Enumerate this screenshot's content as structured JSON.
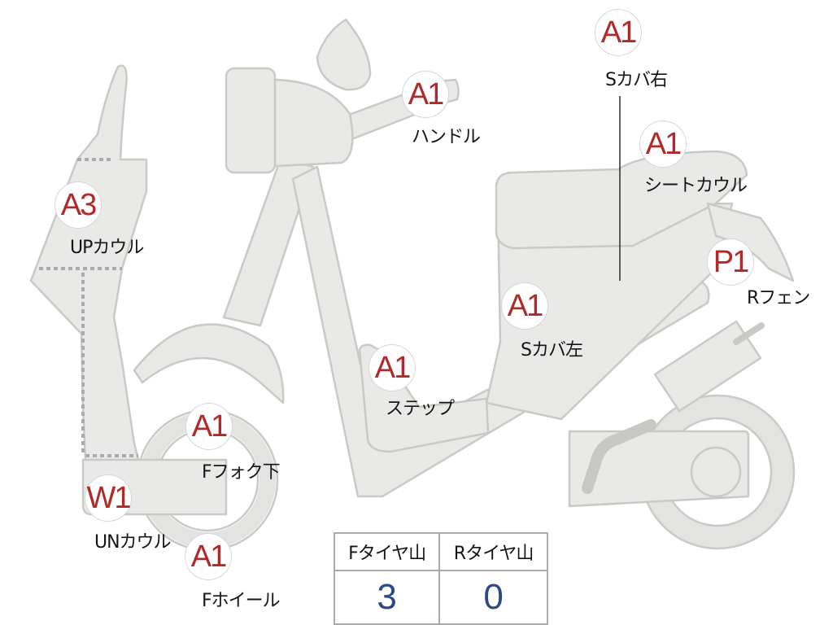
{
  "parts": [
    {
      "key": "upper-cowl",
      "grade": "A3",
      "name": "UPカウル"
    },
    {
      "key": "handle",
      "grade": "A1",
      "name": "ハンドル"
    },
    {
      "key": "side-cover-right",
      "grade": "A1",
      "name": "Sカバ右"
    },
    {
      "key": "seat-cowl",
      "grade": "A1",
      "name": "シートカウル"
    },
    {
      "key": "rear-fender",
      "grade": "P1",
      "name": "Rフェン"
    },
    {
      "key": "side-cover-left",
      "grade": "A1",
      "name": "Sカバ左"
    },
    {
      "key": "step",
      "grade": "A1",
      "name": "ステップ"
    },
    {
      "key": "front-fork-lower",
      "grade": "A1",
      "name": "Fフォク下"
    },
    {
      "key": "under-cowl",
      "grade": "W1",
      "name": "UNカウル"
    },
    {
      "key": "front-wheel",
      "grade": "A1",
      "name": "Fホイール"
    }
  ],
  "tire_table": {
    "headers": [
      "Fタイヤ山",
      "Rタイヤ山"
    ],
    "values": [
      "3",
      "0"
    ]
  },
  "colors": {
    "grade_text": "#b02a2a",
    "value_text": "#2a4a8a",
    "body_fill": "#e9e9e7",
    "outline": "#c9c9c6"
  }
}
